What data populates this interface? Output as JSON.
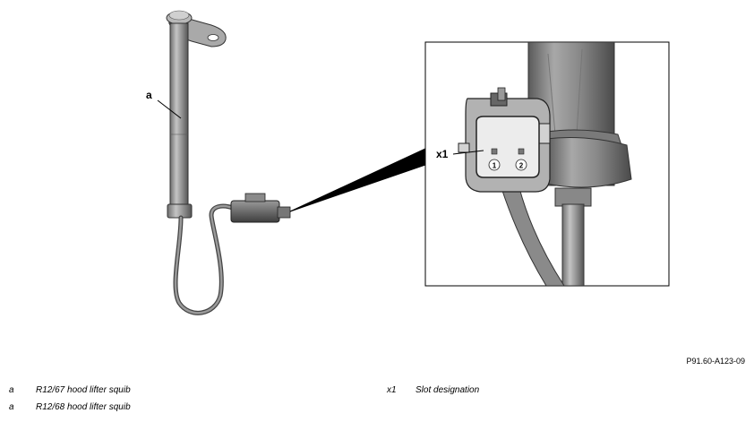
{
  "figure": {
    "callouts": {
      "squib": "a",
      "connector": "x1"
    },
    "pins": [
      "1",
      "2"
    ],
    "figure_id": "P91.60-A123-09"
  },
  "legend": [
    {
      "key": "a",
      "text": "R12/67 hood lifter squib"
    },
    {
      "key": "a",
      "text": "R12/68 hood lifter squib"
    },
    {
      "key": "x1",
      "text": "Slot designation"
    }
  ]
}
